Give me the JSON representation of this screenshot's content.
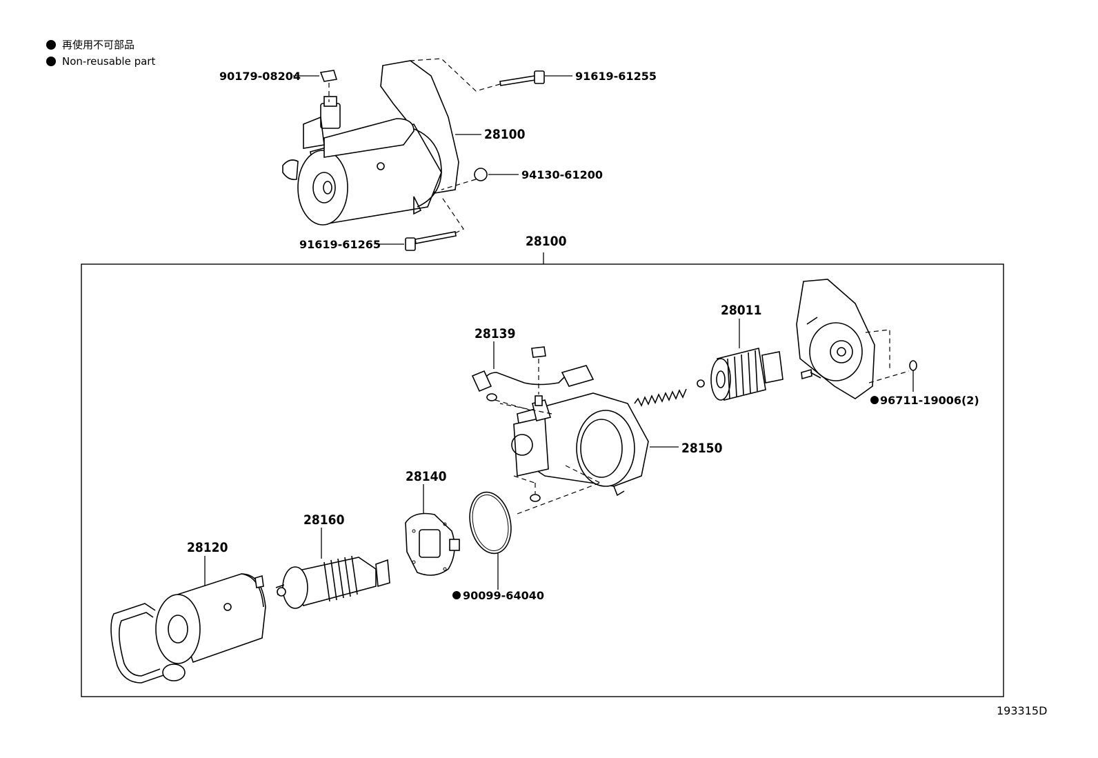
{
  "legend": {
    "line1": "再使用不可部品",
    "line2": "Non-reusable part"
  },
  "image_code": "193315D",
  "callouts": {
    "p90179": "90179-08204",
    "p91619a": "91619-61255",
    "p28100_top": "28100",
    "p94130": "94130-61200",
    "p91619b": "91619-61265",
    "p28100_group": "28100",
    "p28011": "28011",
    "p28139": "28139",
    "p96711": "96711-19006(2)",
    "p28150": "28150",
    "p28140": "28140",
    "p28160": "28160",
    "p28120": "28120",
    "p90099": "90099-64040"
  }
}
